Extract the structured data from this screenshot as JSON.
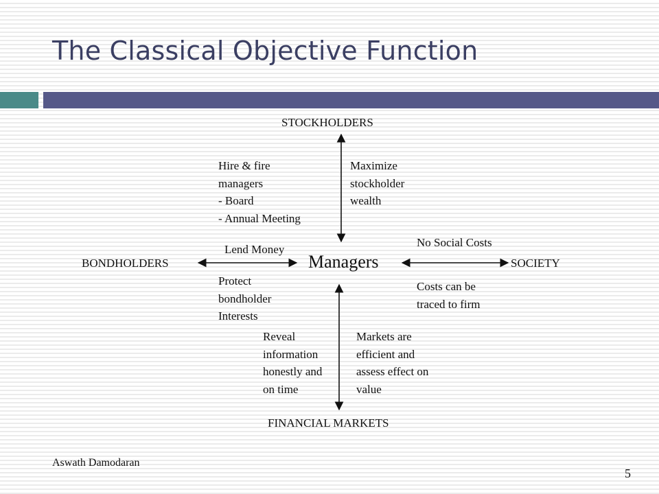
{
  "title": "The Classical Objective Function",
  "nodes": {
    "stockholders": "STOCKHOLDERS",
    "bondholders": "BONDHOLDERS",
    "managers": "Managers",
    "society": "SOCIETY",
    "financial_markets": "FINANCIAL MARKETS"
  },
  "labels": {
    "stock_left": [
      "Hire & fire",
      "managers",
      "- Board",
      "- Annual Meeting"
    ],
    "stock_right": [
      "Maximize",
      "stockholder",
      "wealth"
    ],
    "bond_top": "Lend Money",
    "bond_bottom": [
      "Protect",
      "bondholder",
      "Interests"
    ],
    "society_top": "No Social Costs",
    "society_bottom": [
      "Costs can be",
      "traced to firm"
    ],
    "market_left": [
      "Reveal",
      "information",
      "honestly and",
      "on time"
    ],
    "market_right": [
      "Markets are",
      "efficient and",
      "assess effect on",
      "value"
    ]
  },
  "footer": {
    "author": "Aswath Damodaran",
    "page_number": "5"
  },
  "colors": {
    "title": "#3b3f63",
    "bar_teal": "#4a8a88",
    "bar_navy": "#555888"
  }
}
